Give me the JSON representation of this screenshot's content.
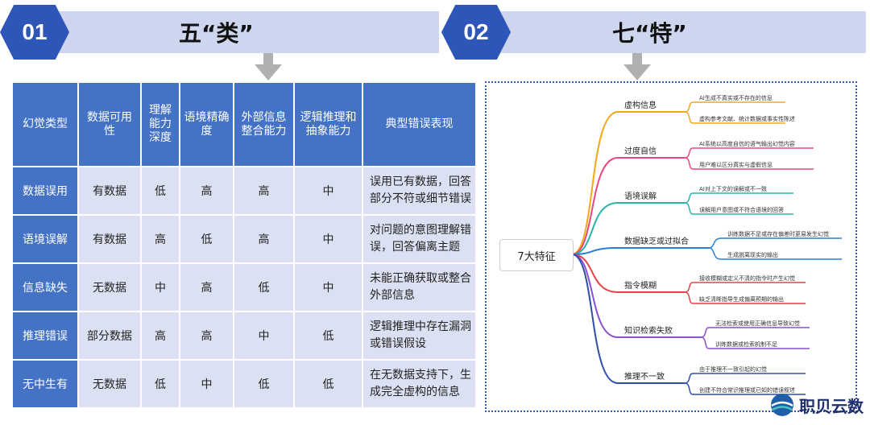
{
  "section1": {
    "number": "01",
    "title": "五“类”"
  },
  "section2": {
    "number": "02",
    "title": "七“特”"
  },
  "table": {
    "headers": [
      "幻觉类型",
      "数据可用性",
      "理解能力深度",
      "语境精确度",
      "外部信息整合能力",
      "逻辑推理和抽象能力",
      "典型错误表现"
    ],
    "rows": [
      [
        "数据误用",
        "有数据",
        "低",
        "高",
        "高",
        "中",
        "误用已有数据，回答部分不符或细节错误"
      ],
      [
        "语境误解",
        "有数据",
        "高",
        "低",
        "高",
        "中",
        "对问题的意图理解错误，回答偏离主题"
      ],
      [
        "信息缺失",
        "无数据",
        "中",
        "高",
        "低",
        "中",
        "未能正确获取或整合外部信息"
      ],
      [
        "推理错误",
        "部分数据",
        "高",
        "高",
        "中",
        "低",
        "逻辑推理中存在漏洞或错误假设"
      ],
      [
        "无中生有",
        "无数据",
        "低",
        "中",
        "低",
        "低",
        "在无数据支持下，生成完全虚构的信息"
      ]
    ]
  },
  "mindmap": {
    "root": "7大特征",
    "branches": [
      {
        "label": "虚构信息",
        "color": "#f2a71b",
        "leaves": [
          "AI生成不真实或不存在的信息",
          "虚构参考文献、统计数据或事实性陈述"
        ]
      },
      {
        "label": "过度自信",
        "color": "#e9487a",
        "leaves": [
          "AI系统以高度自信的语气输出幻觉内容",
          "用户难以区分真实与虚假信息"
        ]
      },
      {
        "label": "语境误解",
        "color": "#27b5a8",
        "leaves": [
          "AI对上下文的误解或不一致",
          "误解用户意图或不符合语境的回答"
        ]
      },
      {
        "label": "数据缺乏或过拟合",
        "color": "#2a7fd4",
        "leaves": [
          "训练数据不足或存在偏差时更易发生幻觉",
          "生成脱离现实的输出"
        ]
      },
      {
        "label": "指令模糊",
        "color": "#e4434a",
        "leaves": [
          "接收模糊或定义不清的指令时产生幻觉",
          "缺乏清晰指导生成偏离预期的输出"
        ]
      },
      {
        "label": "知识检索失败",
        "color": "#8a4fd0",
        "leaves": [
          "无法检索或使用正确信息导致幻觉",
          "训练数据或检索机制不足"
        ]
      },
      {
        "label": "推理不一致",
        "color": "#2d4fa8",
        "leaves": [
          "由于推理不一致引起的幻觉",
          "创建不符合常识推理或已知的错误叙述"
        ]
      }
    ]
  },
  "logo": {
    "text": "职贝云数"
  },
  "colors": {
    "accent": "#4472c4",
    "cell": "#dbe1f2",
    "hex": "#2e55b8",
    "bar": "#cdd6ee"
  }
}
